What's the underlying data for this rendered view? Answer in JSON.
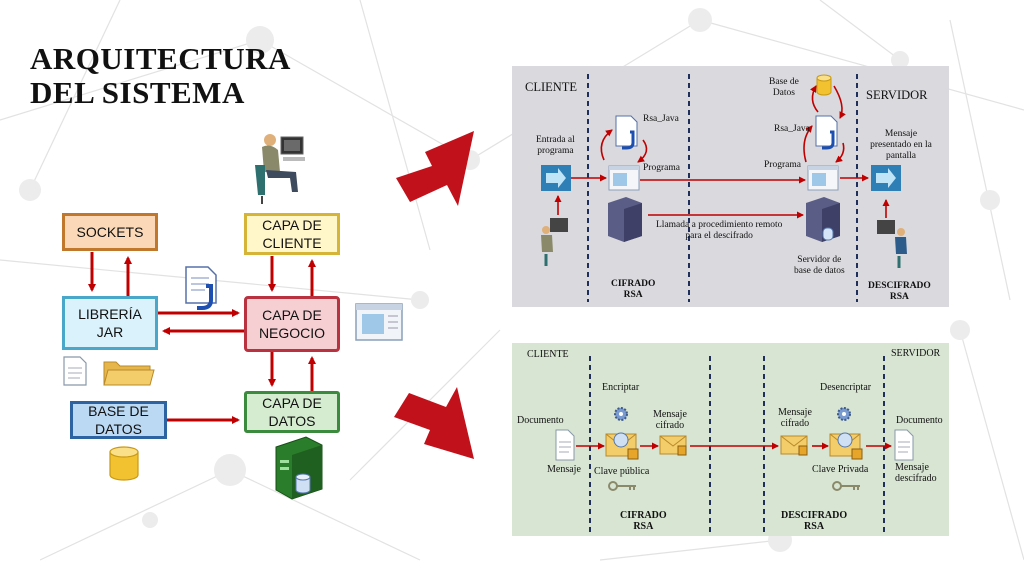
{
  "title": {
    "line1": "ARQUITECTURA",
    "line2": "DEL SISTEMA"
  },
  "diagram": {
    "sockets": "SOCKETS",
    "capa_cliente": "CAPA DE CLIENTE",
    "libreria": "LIBRERÍA JAR",
    "capa_negocio": "CAPA DE NEGOCIO",
    "base_datos": "BASE DE DATOS",
    "capa_datos": "CAPA DE DATOS"
  },
  "panel_rpc": {
    "cliente": "CLIENTE",
    "servidor": "SERVIDOR",
    "entrada_l1": "Entrada al",
    "entrada_l2": "programa",
    "rsa_java_left": "Rsa_Java",
    "programa_left": "Programa",
    "base_l1": "Base de",
    "base_l2": "Datos",
    "rsa_java_right": "Rsa_Java",
    "programa_right": "Programa",
    "mensaje_l1": "Mensaje",
    "mensaje_l2": "presentado en la",
    "mensaje_l3": "pantalla",
    "llamada_l1": "Llamada a procedimiento remoto",
    "llamada_l2": "para el descifrado",
    "servidor_bd_l1": "Servidor de",
    "servidor_bd_l2": "base de datos",
    "cifrado_l1": "CIFRADO",
    "cifrado_l2": "RSA",
    "descifrado_l1": "DESCIFRADO",
    "descifrado_l2": "RSA"
  },
  "panel_crypto": {
    "cliente": "CLIENTE",
    "servidor": "SERVIDOR",
    "encriptar": "Encriptar",
    "desencriptar": "Desencriptar",
    "documento_left": "Documento",
    "mensaje_left": "Mensaje",
    "clave_publica": "Clave pública",
    "mensaje_cifrado_l1_left": "Mensaje",
    "mensaje_cifrado_l2_left": "cifrado",
    "mensaje_cifrado_l1_right": "Mensaje",
    "mensaje_cifrado_l2_right": "cifrado",
    "clave_privada": "Clave Privada",
    "documento_right": "Documento",
    "mensaje_descifrado_l1": "Mensaje",
    "mensaje_descifrado_l2": "descifrado",
    "cifrado_l1": "CIFRADO",
    "cifrado_l2": "RSA",
    "descifrado_l1": "DESCIFRADO",
    "descifrado_l2": "RSA"
  },
  "colors": {
    "arrow_red": "#c00000",
    "big_arrow_red": "#c1121c",
    "divider": "#1f2f5a"
  }
}
